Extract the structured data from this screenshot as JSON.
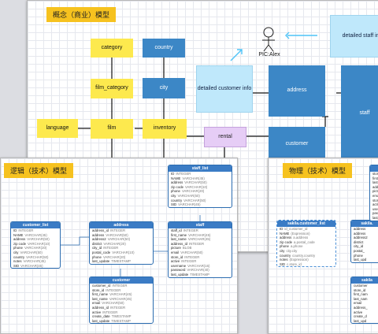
{
  "conceptual": {
    "title": "概念（商业）模型",
    "entities": {
      "category": "category",
      "country": "country",
      "film_category": "film_category",
      "city": "city",
      "language": "language",
      "film": "film",
      "inventory": "inventory",
      "rental": "rental",
      "detailed_customer": "detailed customer info",
      "address": "address",
      "customer": "customer",
      "staff": "staff",
      "detailed_staff": "detailed staff info",
      "actor_label": "PIC:Alex"
    }
  },
  "logical": {
    "title": "逻辑（技术）模型",
    "tables": [
      {
        "name": "staff_list",
        "rows": [
          [
            "ID",
            "INTEGER"
          ],
          [
            "NAME",
            "VARCHAR(45)"
          ],
          [
            "address",
            "VARCHAR(50)"
          ],
          [
            "zip code",
            "VARCHAR(10)"
          ],
          [
            "phone",
            "VARCHAR(20)"
          ],
          [
            "city",
            "VARCHAR(50)"
          ],
          [
            "country",
            "VARCHAR(50)"
          ],
          [
            "SID",
            "VARCHAR(45)"
          ]
        ]
      },
      {
        "name": "customer_list",
        "rows": [
          [
            "ID",
            "INTEGER"
          ],
          [
            "NAME",
            "VARCHAR(45)"
          ],
          [
            "address",
            "VARCHAR(50)"
          ],
          [
            "zip code",
            "VARCHAR(10)"
          ],
          [
            "phone",
            "VARCHAR(20)"
          ],
          [
            "city",
            "VARCHAR(50)"
          ],
          [
            "country",
            "VARCHAR(50)"
          ],
          [
            "notes",
            "VARCHAR(45)"
          ],
          [
            "SID",
            "VARCHAR(45)"
          ]
        ]
      },
      {
        "name": "address",
        "rows": [
          [
            "address_id",
            "INTEGER"
          ],
          [
            "address",
            "VARCHAR(50)"
          ],
          [
            "address2",
            "VARCHAR(50)"
          ],
          [
            "district",
            "VARCHAR(20)"
          ],
          [
            "city_id",
            "INTEGER"
          ],
          [
            "postal_code",
            "VARCHAR(10)"
          ],
          [
            "phone",
            "VARCHAR(20)"
          ],
          [
            "last_update",
            "TIMESTAMP"
          ]
        ]
      },
      {
        "name": "staff",
        "rows": [
          [
            "staff_id",
            "INTEGER"
          ],
          [
            "first_name",
            "VARCHAR(45)"
          ],
          [
            "last_name",
            "VARCHAR(45)"
          ],
          [
            "address_id",
            "INTEGER"
          ],
          [
            "picture",
            "BLOB"
          ],
          [
            "email",
            "VARCHAR(50)"
          ],
          [
            "store_id",
            "INTEGER"
          ],
          [
            "active",
            "INTEGER"
          ],
          [
            "username",
            "VARCHAR(16)"
          ],
          [
            "password",
            "VARCHAR(40)"
          ],
          [
            "last_update",
            "TIMESTAMP"
          ]
        ]
      },
      {
        "name": "customer",
        "rows": [
          [
            "customer_id",
            "INTEGER"
          ],
          [
            "store_id",
            "INTEGER"
          ],
          [
            "first_name",
            "VARCHAR(45)"
          ],
          [
            "last_name",
            "VARCHAR(45)"
          ],
          [
            "email",
            "VARCHAR(50)"
          ],
          [
            "address_id",
            "INTEGER"
          ],
          [
            "active",
            "INTEGER"
          ],
          [
            "create_date",
            "TIMESTAMP"
          ],
          [
            "last_update",
            "TIMESTAMP"
          ]
        ]
      }
    ]
  },
  "physical": {
    "title": "物理（技术）模型",
    "tables": [
      {
        "name": "sakila.customer_list",
        "rows": [
          [
            "ID",
            "id_customer_id"
          ],
          [
            "NAME",
            "(Expression)"
          ],
          [
            "address",
            "a.address"
          ],
          [
            "zip code",
            "a.postal_code"
          ],
          [
            "phone",
            "a.phone"
          ],
          [
            "city",
            "city.city"
          ],
          [
            "country",
            "country.country"
          ],
          [
            "notes",
            "(Expression)"
          ],
          [
            "SID",
            "c.store_id"
          ]
        ]
      },
      {
        "name": "sakila.",
        "rows": [
          [
            "address",
            ""
          ],
          [
            "address",
            ""
          ],
          [
            "address2",
            ""
          ],
          [
            "district",
            ""
          ],
          [
            "city_id",
            ""
          ],
          [
            "postal_",
            ""
          ],
          [
            "phone",
            ""
          ],
          [
            "last_upd",
            ""
          ]
        ]
      },
      {
        "name": "sakila",
        "rows": [
          [
            "customer",
            ""
          ],
          [
            "store_id",
            ""
          ],
          [
            "first_nam",
            ""
          ],
          [
            "last_nam",
            ""
          ],
          [
            "email",
            ""
          ],
          [
            "address_",
            ""
          ],
          [
            "active",
            ""
          ],
          [
            "create_d",
            ""
          ],
          [
            "last_upd",
            ""
          ]
        ]
      },
      {
        "name": "",
        "rows": [
          [
            "store",
            ""
          ],
          [
            "first",
            ""
          ],
          [
            "last",
            ""
          ],
          [
            "addre",
            ""
          ],
          [
            "pictu",
            ""
          ],
          [
            "email",
            ""
          ],
          [
            "store",
            ""
          ],
          [
            "active",
            ""
          ],
          [
            "usern",
            ""
          ],
          [
            "passw",
            ""
          ],
          [
            "last_u",
            ""
          ]
        ]
      }
    ]
  }
}
